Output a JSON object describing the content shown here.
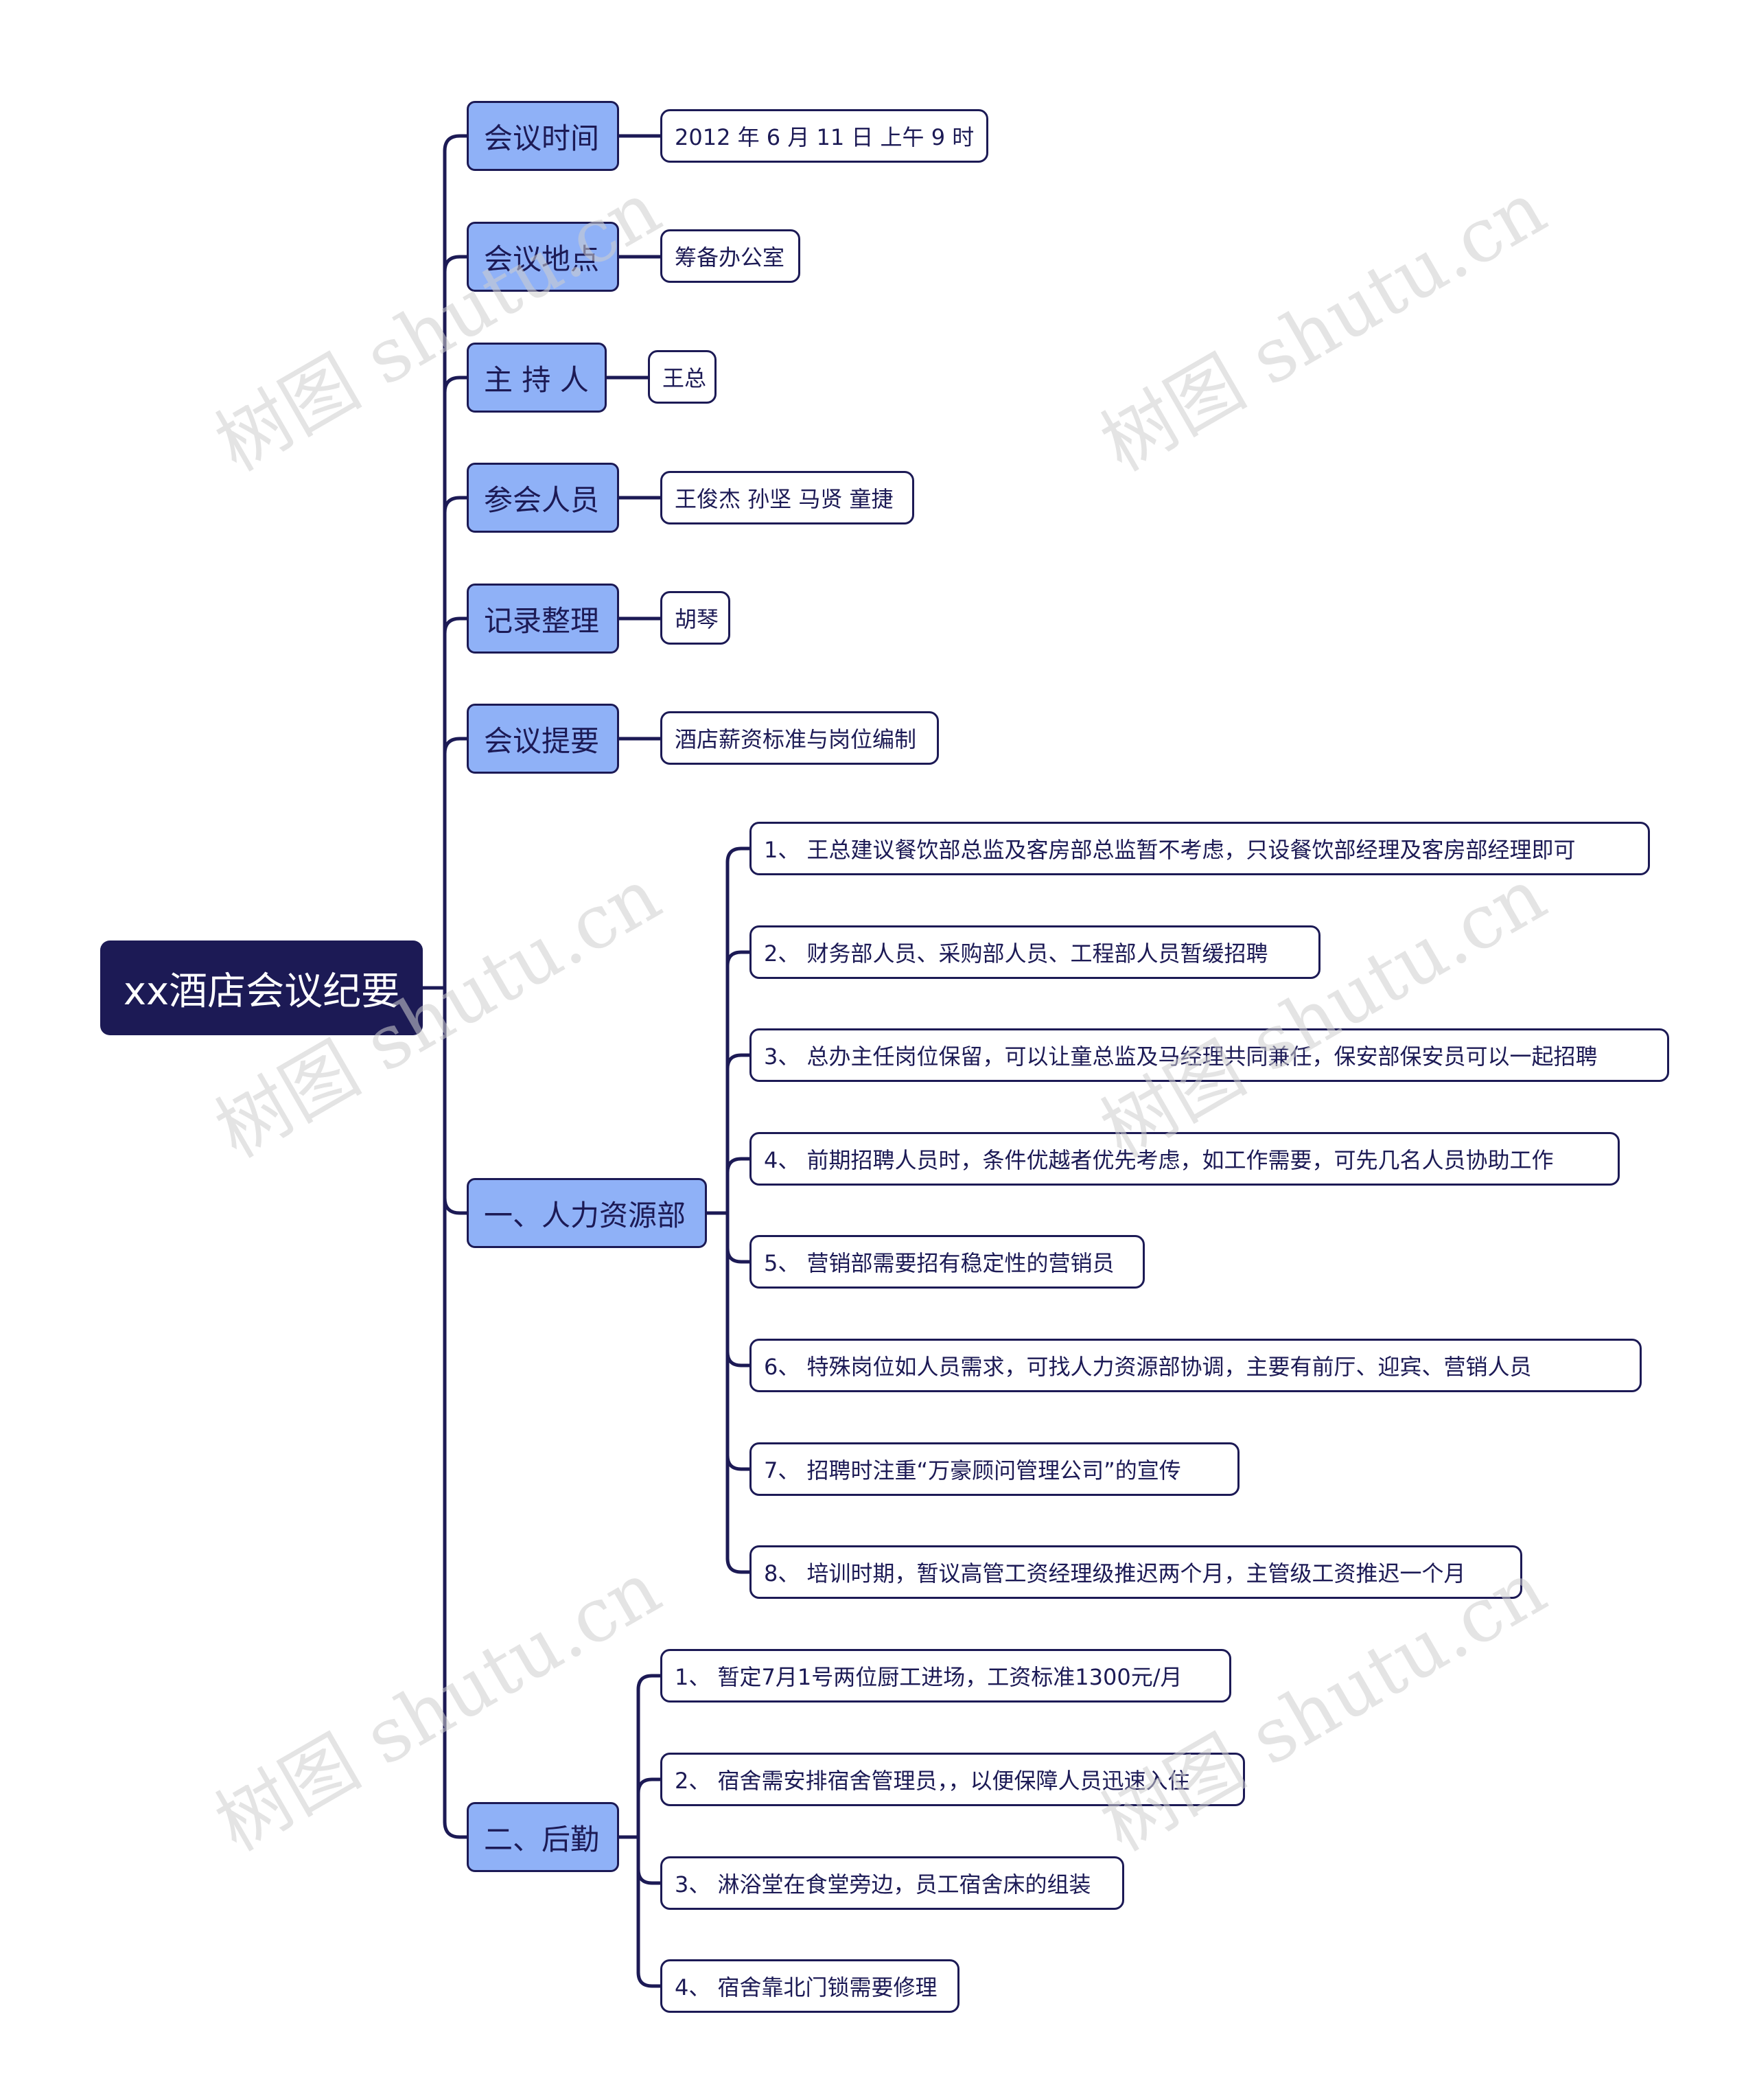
{
  "root": {
    "label": "xx酒店会议纪要"
  },
  "branches": [
    {
      "label": "会议时间",
      "children": [
        "2012 年 6 月 11 日 上午 9 时"
      ]
    },
    {
      "label": "会议地点",
      "children": [
        "筹备办公室"
      ]
    },
    {
      "label": "主 持 人",
      "children": [
        "王总"
      ]
    },
    {
      "label": "参会人员",
      "children": [
        "王俊杰 孙坚 马贤 童捷"
      ]
    },
    {
      "label": "记录整理",
      "children": [
        "胡琴"
      ]
    },
    {
      "label": "会议提要",
      "children": [
        "酒店薪资标准与岗位编制"
      ]
    },
    {
      "label": "一、人力资源部",
      "children": [
        "1、 王总建议餐饮部总监及客房部总监暂不考虑，只设餐饮部经理及客房部经理即可",
        "2、 财务部人员、采购部人员、工程部人员暂缓招聘",
        "3、 总办主任岗位保留，可以让童总监及马经理共同兼任，保安部保安员可以一起招聘",
        "4、 前期招聘人员时，条件优越者优先考虑，如工作需要，可先几名人员协助工作",
        "5、 营销部需要招有稳定性的营销员",
        "6、 特殊岗位如人员需求，可找人力资源部协调，主要有前厅、迎宾、营销人员",
        "7、 招聘时注重“万豪顾问管理公司”的宣传",
        "8、 培训时期，暂议高管工资经理级推迟两个月，主管级工资推迟一个月"
      ]
    },
    {
      "label": "二、后勤",
      "children": [
        "1、 暂定7月1号两位厨工进场，工资标准1300元/月",
        "2、 宿舍需安排宿舍管理员，，以便保障人员迅速入住",
        "3、 淋浴堂在食堂旁边，员工宿舍床的组装",
        "4、 宿舍靠北门锁需要修理"
      ]
    }
  ],
  "watermark": "树图 shutu.cn",
  "colors": {
    "root": "#1c1a55",
    "branch": "#8fb1f7",
    "line": "#1c1a55",
    "leaf": "#ffffff"
  }
}
